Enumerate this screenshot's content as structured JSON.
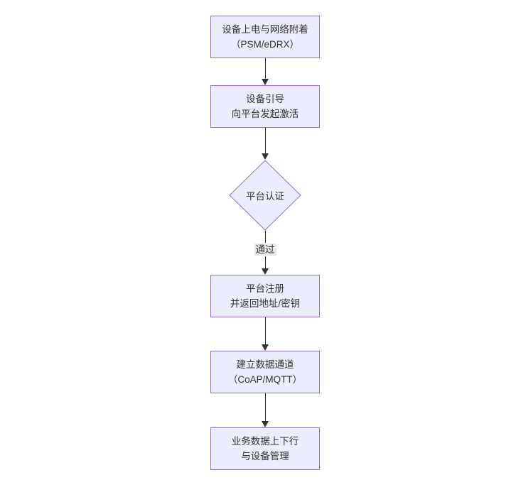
{
  "diagram": {
    "type": "flowchart",
    "direction": "top-down",
    "nodes": [
      {
        "id": "power-attach",
        "shape": "rect",
        "lines": [
          "设备上电与网络附着",
          "（PSM/eDRX）"
        ]
      },
      {
        "id": "bootstrap",
        "shape": "rect",
        "lines": [
          "设备引导",
          "向平台发起激活"
        ]
      },
      {
        "id": "platform-auth",
        "shape": "diamond",
        "lines": [
          "平台认证"
        ]
      },
      {
        "id": "platform-reg",
        "shape": "rect",
        "lines": [
          "平台注册",
          "并返回地址/密钥"
        ]
      },
      {
        "id": "data-channel",
        "shape": "rect",
        "lines": [
          "建立数据通道",
          "（CoAP/MQTT）"
        ]
      },
      {
        "id": "business-data",
        "shape": "rect",
        "lines": [
          "业务数据上下行",
          "与设备管理"
        ]
      }
    ],
    "edges": [
      {
        "from": "power-attach",
        "to": "bootstrap",
        "label": ""
      },
      {
        "from": "bootstrap",
        "to": "platform-auth",
        "label": ""
      },
      {
        "from": "platform-auth",
        "to": "platform-reg",
        "label": "通过"
      },
      {
        "from": "platform-reg",
        "to": "data-channel",
        "label": ""
      },
      {
        "from": "data-channel",
        "to": "business-data",
        "label": ""
      }
    ],
    "edge_labels": {
      "auth_pass": "通过"
    },
    "colors": {
      "canvas_bg": "#ffffff",
      "node_fill": "#ECECFF",
      "node_border": "#9370DB",
      "arrow": "#333333",
      "label_bg": "#e8e8e8",
      "text": "#333333"
    }
  }
}
